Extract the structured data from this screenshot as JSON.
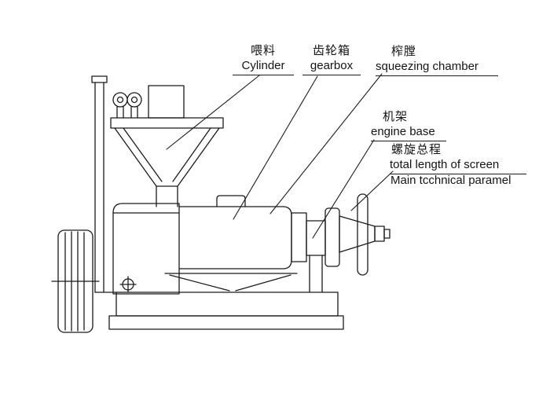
{
  "colors": {
    "line": "#1b1b1b",
    "background": "#ffffff"
  },
  "labels": {
    "feed": {
      "zh": "喂料",
      "en": "Cylinder"
    },
    "gearbox": {
      "zh": "齿轮箱",
      "en": "gearbox"
    },
    "chamber": {
      "zh": "榨膛",
      "en": "squeezing chamber"
    },
    "engine_base": {
      "zh": "机架",
      "en": "engine base"
    },
    "screw": {
      "zh": "螺旋总程",
      "en": "total length of screen"
    },
    "note": {
      "en": "Main tcchnical paramel"
    }
  }
}
